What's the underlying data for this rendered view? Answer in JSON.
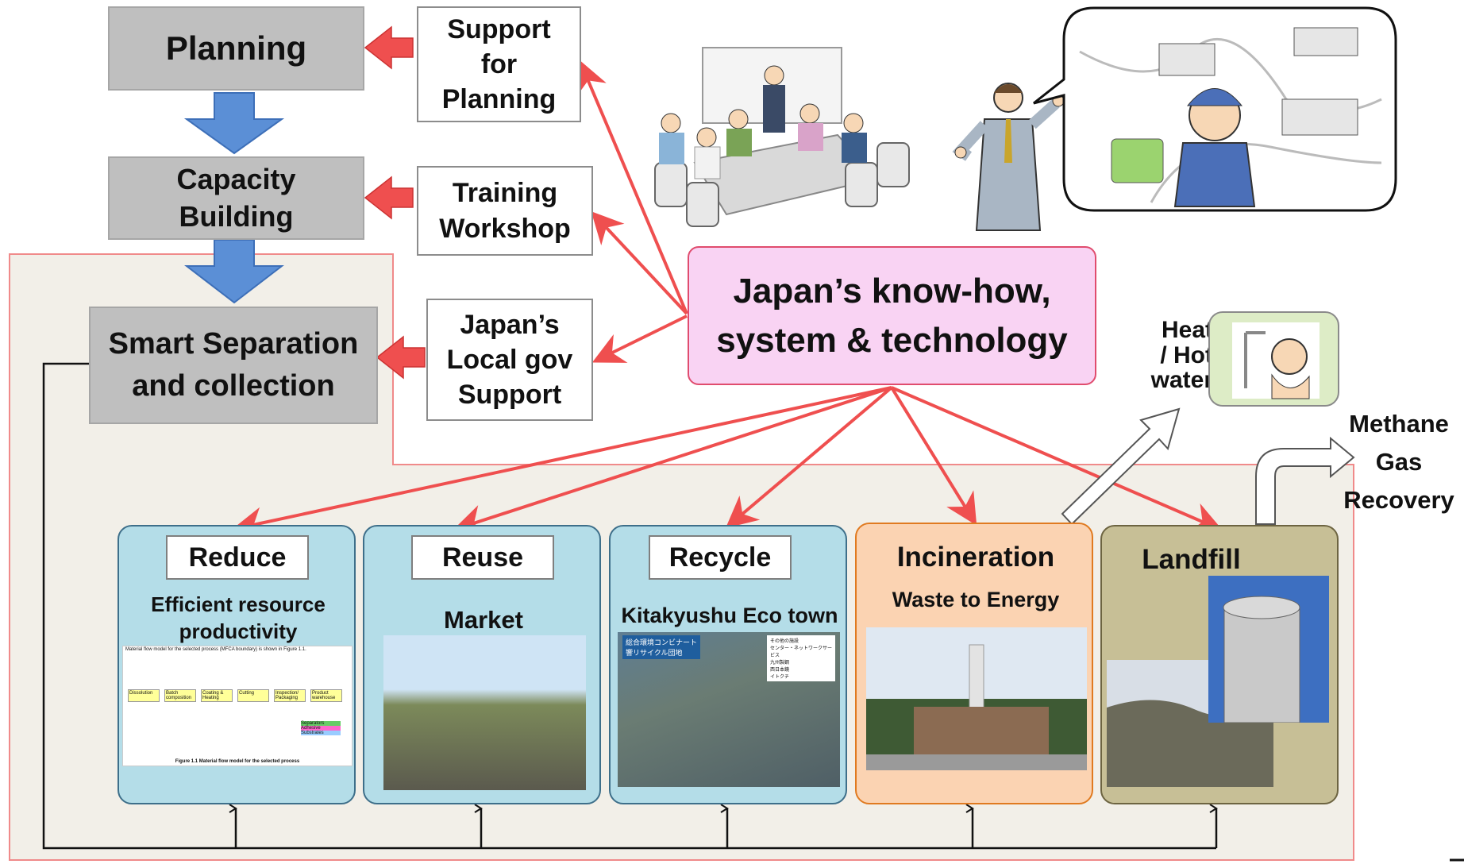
{
  "left_flow": {
    "planning": "Planning",
    "capacity_line1": "Capacity",
    "capacity_line2": "Building",
    "smart_line1": "Smart Separation",
    "smart_line2": "and collection"
  },
  "support": {
    "planning": [
      "Support",
      "for",
      "Planning"
    ],
    "training": [
      "Training",
      "Workshop"
    ],
    "localgov": [
      "Japan’s",
      "Local gov",
      "Support"
    ]
  },
  "center": {
    "line1": "Japan’s know-how,",
    "line2": "system & technology"
  },
  "outputs": {
    "heat": [
      "Heat",
      "/ Hot",
      "water"
    ],
    "methane": [
      "Methane",
      "Gas",
      "Recovery"
    ]
  },
  "panels": [
    {
      "title": "Reduce",
      "subtitle": "Efficient resource productivity"
    },
    {
      "title": "Reuse",
      "subtitle": "Market"
    },
    {
      "title": "Recycle",
      "subtitle": "Kitakyushu Eco town"
    },
    {
      "title": "Incineration",
      "subtitle": "Waste to Energy"
    },
    {
      "title": "Landfill",
      "subtitle": ""
    }
  ],
  "mfca": {
    "caption_top": "Material flow model for the selected process (MFCA boundary) is shown in Figure 1.1.",
    "steps": [
      "Dissolution",
      "Batch composition",
      "Coating & Heating",
      "Cutting",
      "Inspection/ Packaging",
      "Product warehouse"
    ],
    "legend": [
      "Separators",
      "Adhesive",
      "Substrates"
    ],
    "caption_bottom": "Figure 1.1 Material flow model for the selected process"
  },
  "ecotown": {
    "banner": [
      "総合環境コンビナート",
      "響リサイクル団地"
    ],
    "legend": [
      "その他の施設",
      "センター・ネットワークサービス",
      "九州製鋼",
      "西日本鏡",
      "イトクチ"
    ]
  },
  "colors": {
    "grey_box": "#bfbfbf",
    "blue_arrow": "#5b8fd6",
    "red_arrow": "#ef4f4f",
    "center_fill": "#f9d3f3",
    "panel_blue": "#b4dde8",
    "panel_orange": "#fbd3b2",
    "panel_khaki": "#c7bf96"
  }
}
